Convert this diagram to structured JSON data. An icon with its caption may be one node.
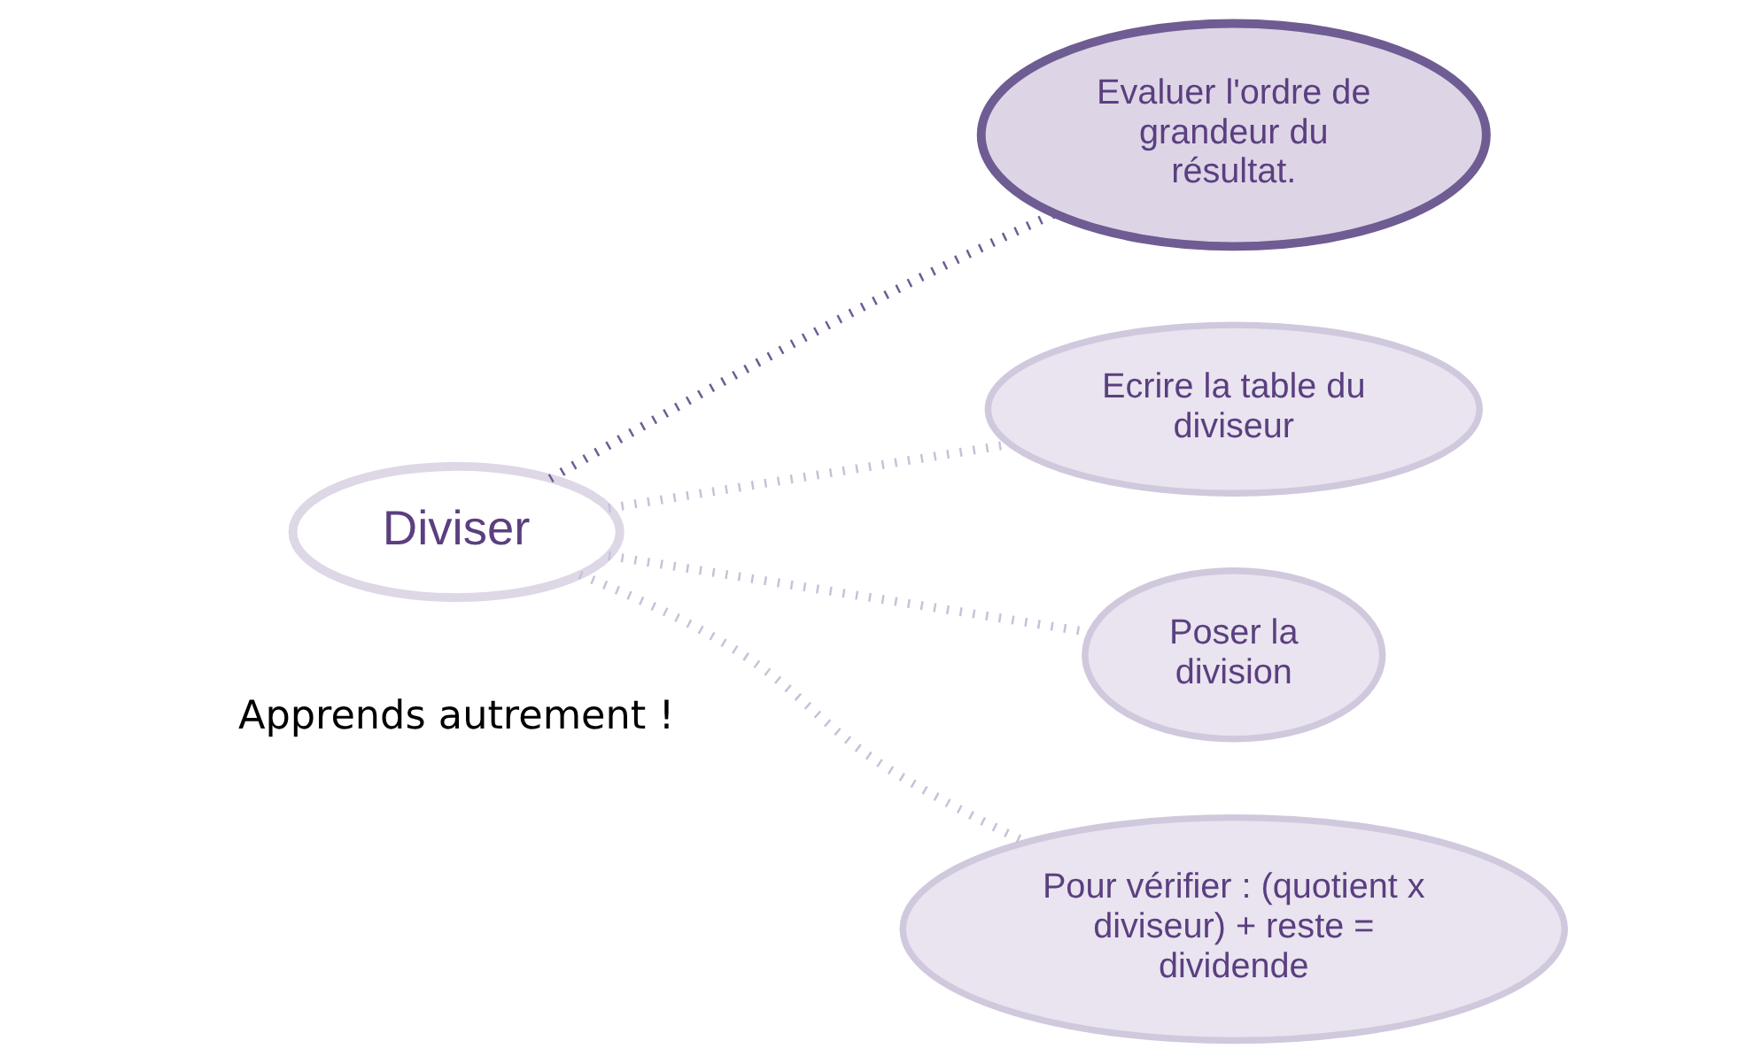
{
  "diagram": {
    "nodes": [
      {
        "text": [
          "Diviser"
        ]
      },
      {
        "text": [
          "Evaluer l'ordre de grandeur du résultat."
        ]
      },
      {
        "text": [
          "Ecrire la table du diviseur"
        ]
      },
      {
        "text": [
          "Poser la division"
        ]
      },
      {
        "text": [
          "Pour vérifier : (quotient x diviseur) + reste = dividende"
        ]
      }
    ],
    "edges": [
      {
        "from": 0,
        "to": 1,
        "arrow": "none",
        "style": "dashed",
        "color": "#6f5c93"
      },
      {
        "from": 0,
        "to": 2,
        "arrow": "none",
        "style": "dashed"
      },
      {
        "from": 0,
        "to": 3,
        "arrow": "none",
        "style": "dashed"
      },
      {
        "from": 0,
        "to": 4,
        "arrow": "none",
        "style": "dashed"
      }
    ],
    "labels": [
      "Apprends autrement !"
    ]
  }
}
